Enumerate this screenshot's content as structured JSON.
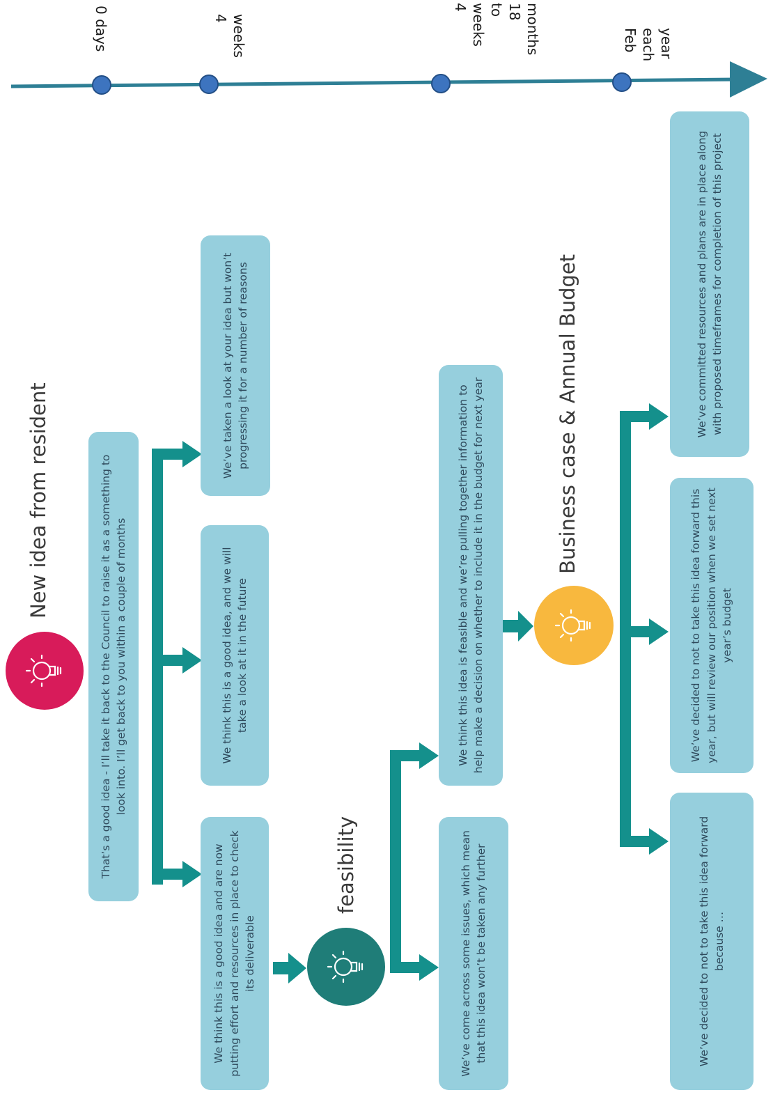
{
  "timeline": {
    "ticks": [
      {
        "lines": [
          "0 days"
        ]
      },
      {
        "lines": [
          "4",
          "weeks"
        ]
      },
      {
        "lines": [
          "4",
          "weeks",
          "to",
          "18",
          "months"
        ]
      },
      {
        "lines": [
          "Feb",
          "each",
          "year"
        ]
      }
    ]
  },
  "stages": {
    "new_idea": {
      "title": "New idea from resident",
      "color": "#d81b5a"
    },
    "feasibility": {
      "title": "feasibility",
      "color": "#1f7d78"
    },
    "business_case": {
      "title": "Business case & Annual Budget",
      "color": "#f8b83e"
    }
  },
  "boxes": {
    "initial_response": "That’s a good idea - I’ll take it back to the Council to raise it as a something to look into.  I’ll get back to you within a couple of months",
    "checking_deliverable": "We think this is a good idea and are now putting effort and  resources in place to check its deliverable",
    "look_in_future": "We think this is a good idea, and we will take a look at it in the future",
    "not_progressing": "We’ve taken a look at your idea but won’t  progressing it for a number  of reasons",
    "issues_found": "We’ve come across some issues, which mean that this idea won’t  be taken any further",
    "feasible": "We think  this idea is feasible and we’re pulling together information  to help  make a decision on whether  to include it in the budget for next year",
    "declined_because": "We’ve decided to not to take this idea forward because …",
    "review_next_year": "We’ve decided to not to take this idea forward  this year, but will review our position when we set next year’s budget",
    "committed": "We’ve committed  resources  and plans are in place along with proposed  timeframes  for completion of this project"
  },
  "colors": {
    "timeline": "#2e7f95",
    "timeline_dot": "#3d74bf",
    "box_fill": "#96cfdd",
    "arrow": "#14908c"
  }
}
